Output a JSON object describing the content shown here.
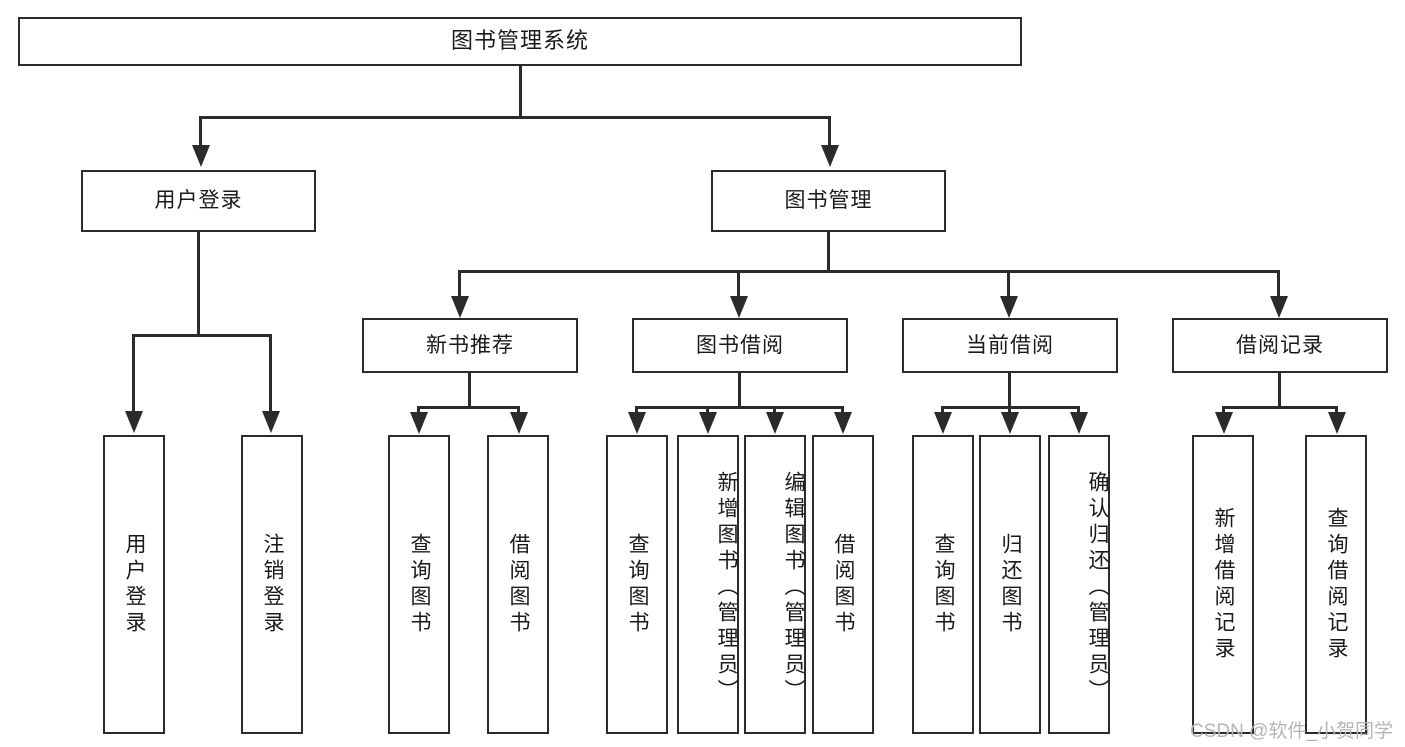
{
  "diagram": {
    "title": "图书管理系统",
    "type": "tree-hierarchy-chart",
    "colors": {
      "stroke": "#2b2b2b",
      "fill": "#ffffff",
      "text": "#1a1a1a",
      "watermark": "#b5b5b5"
    },
    "root": {
      "label": "图书管理系统"
    },
    "level2": [
      {
        "label": "用户登录"
      },
      {
        "label": "图书管理"
      }
    ],
    "level3": [
      {
        "label": "新书推荐"
      },
      {
        "label": "图书借阅"
      },
      {
        "label": "当前借阅"
      },
      {
        "label": "借阅记录"
      }
    ],
    "leaves": [
      {
        "label": "用户登录",
        "parent": "用户登录"
      },
      {
        "label": "注销登录",
        "parent": "用户登录"
      },
      {
        "label": "查询图书",
        "parent": "新书推荐"
      },
      {
        "label": "借阅图书",
        "parent": "新书推荐"
      },
      {
        "label": "查询图书",
        "parent": "图书借阅"
      },
      {
        "label": "新增图书（管理员）",
        "parent": "图书借阅"
      },
      {
        "label": "编辑图书（管理员）",
        "parent": "图书借阅"
      },
      {
        "label": "借阅图书",
        "parent": "图书借阅"
      },
      {
        "label": "查询图书",
        "parent": "当前借阅"
      },
      {
        "label": "归还图书",
        "parent": "当前借阅"
      },
      {
        "label": "确认归还（管理员）",
        "parent": "当前借阅"
      },
      {
        "label": "新增借阅记录",
        "parent": "借阅记录"
      },
      {
        "label": "查询借阅记录",
        "parent": "借阅记录"
      }
    ],
    "watermark": "CSDN @软件_小贺同学"
  }
}
